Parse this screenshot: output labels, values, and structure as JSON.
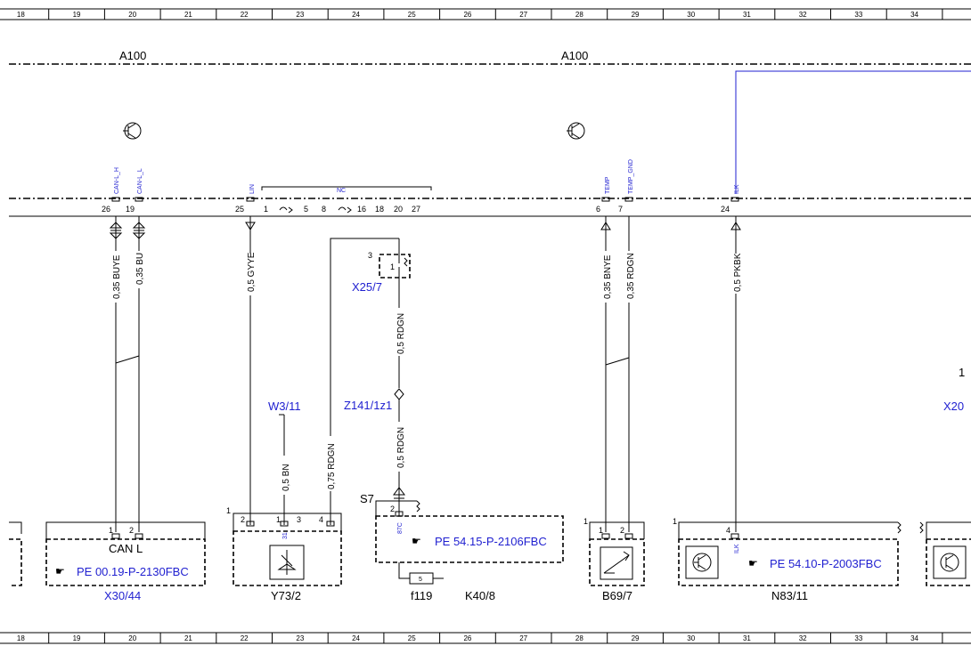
{
  "grid_columns": [
    "18",
    "19",
    "20",
    "21",
    "22",
    "23",
    "24",
    "25",
    "26",
    "27",
    "28",
    "29",
    "30",
    "31",
    "32",
    "33",
    "34"
  ],
  "module": {
    "left_label": "A100",
    "right_label": "A100"
  },
  "connector_signals": {
    "can_l_h": "CAN-L_H",
    "can_l_l": "CAN-L_L",
    "lin": "LIN",
    "nc": "NC",
    "temp": "TEMP",
    "temp_gnd": "TEMP_GND",
    "ilk": "ILK"
  },
  "connector_pins": [
    "26",
    "19",
    "25",
    "1",
    "5",
    "8",
    "16",
    "18",
    "20",
    "27",
    "6",
    "7",
    "24"
  ],
  "wires": {
    "w1": "0,35 BUYE",
    "w2": "0,35 BU",
    "w3": "0,5 GYYE",
    "w4": "0,5 BN",
    "w5": "0,75 RDGN",
    "w6": "0,5 RDGN",
    "w7": "0,5 RDGN",
    "w8": "0,35 BNYE",
    "w9": "0,35 RDGN",
    "w10": "0,5 PKBK"
  },
  "references": {
    "x25_7": "X25/7",
    "z141": "Z141/1z1",
    "w3_11": "W3/11",
    "s7": "S7",
    "x20_partial": "X20"
  },
  "components": {
    "x30_44": {
      "label": "X30/44",
      "text": "CAN L",
      "ref": "PE 00.19-P-2130FBC",
      "pin_a": "1",
      "pin_b": "2"
    },
    "y73_2": {
      "label": "Y73/2",
      "pin_start": "1",
      "pins": [
        "2",
        "1",
        "3",
        "4"
      ],
      "pin_31": "31"
    },
    "k40_8": {
      "label": "K40/8",
      "ref": "PE 54.15-P-2106FBC",
      "pin": "2",
      "pin_87c": "87C",
      "fuse_label": "f119",
      "fuse_num": "5"
    },
    "b69_7": {
      "label": "B69/7",
      "pin_start": "1",
      "pins": [
        "1",
        "2"
      ]
    },
    "n83_11": {
      "label": "N83/11",
      "ref": "PE 54.10-P-2003FBC",
      "pin_start": "1",
      "pin": "4",
      "pin_sig": "ILK"
    },
    "x25_pins": {
      "p3": "3",
      "p1": "1"
    },
    "right_partial_pin": "1"
  }
}
